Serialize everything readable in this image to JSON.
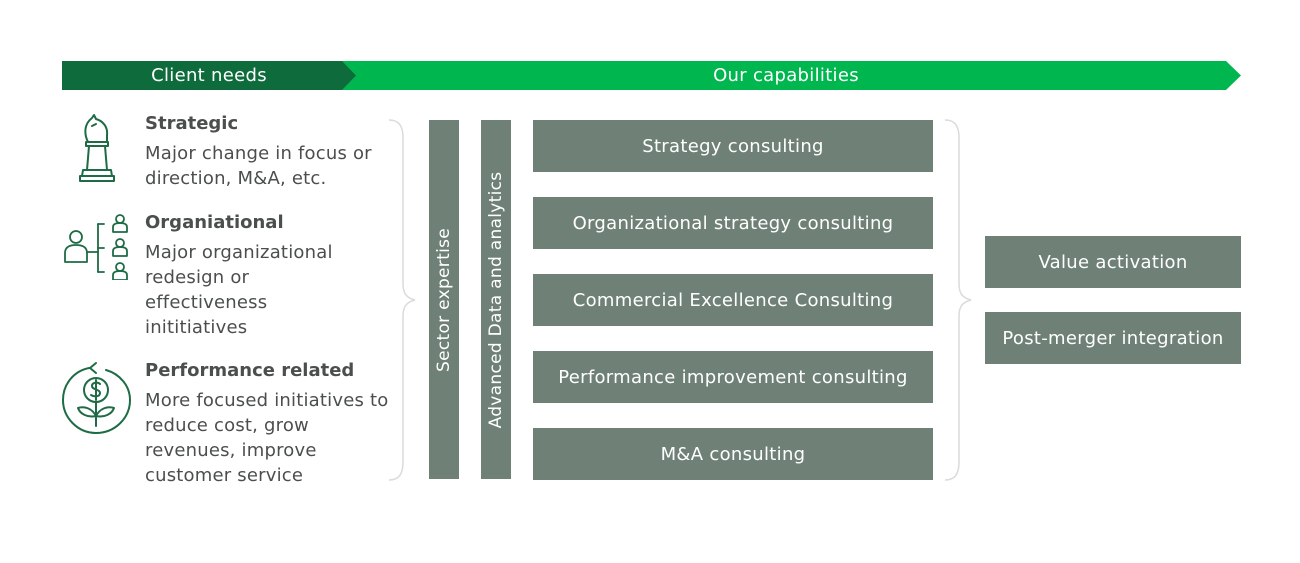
{
  "banner": {
    "left_label": "Client needs",
    "right_label": "Our capabilities"
  },
  "client_needs": [
    {
      "icon": "chess-knight-icon",
      "title": "Strategic",
      "description": "Major change in focus or direction, M&A, etc."
    },
    {
      "icon": "org-chart-icon",
      "title": "Organiational",
      "description": "Major organizational redesign or effectiveness inititiatives"
    },
    {
      "icon": "money-plant-cycle-icon",
      "title": "Performance related",
      "description": "More focused initiatives to reduce cost, grow revenues, improve customer service"
    }
  ],
  "vertical_bars": [
    "Sector expertise",
    "Advanced Data and analytics"
  ],
  "capabilities": [
    "Strategy consulting",
    "Organizational strategy consulting",
    "Commercial Excellence Consulting",
    "Performance improvement consulting",
    "M&A consulting"
  ],
  "outcomes": [
    "Value activation",
    "Post-merger integration"
  ],
  "colors": {
    "dark_green": "#0d6b3c",
    "bright_green": "#00b74f",
    "box_gray_green": "#6f8177",
    "icon_green": "#1e6b45",
    "brace_gray": "#d9dcdb"
  }
}
